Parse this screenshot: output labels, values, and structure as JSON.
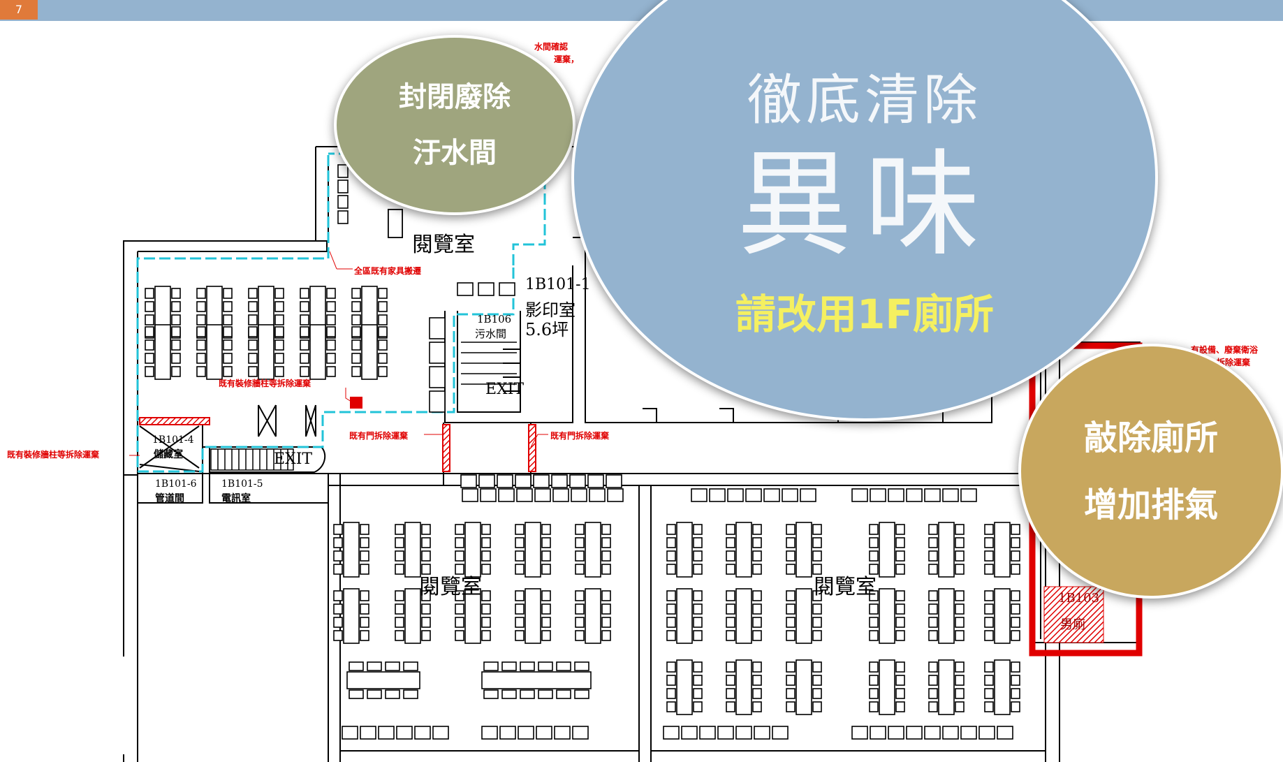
{
  "header": {
    "page_badge": "7"
  },
  "plan": {
    "labels": {
      "reading_room_top": "閱覽室",
      "reading_room_left": "閱覽室",
      "reading_room_right": "閱覽室",
      "room_1b101_1_code": "1B101-1",
      "room_1b101_1_name": "影印室",
      "room_1b101_1_area": "5.6坪",
      "room_1b106_code": "1B106",
      "room_1b106_name": "污水間",
      "room_1b101_4_code": "1B101-4",
      "room_1b101_4_name": "儲藏室",
      "room_1b101_5_code": "1B101-5",
      "room_1b101_5_name": "電訊室",
      "room_1b101_6_code": "1B101-6",
      "room_1b101_6_name": "管道間",
      "room_1b103_code": "1B103",
      "room_1b103_name": "男廁",
      "exit_upper": "EXIT",
      "exit_lower": "EXIT"
    },
    "notes": {
      "furniture_move": "全區既有家具搬遷",
      "columns_remove_center": "既有裝修牆柱等拆除運棄",
      "columns_remove_left": "既有裝修牆柱等拆除運棄",
      "door_remove_left": "既有門拆除運棄",
      "door_remove_right": "既有門拆除運棄",
      "sewage_confirm_1": "水間確認",
      "sewage_confirm_2": "運棄，",
      "toilet_remove_1": "有設備、廢棄衛浴",
      "toilet_remove_2": "拆除運棄"
    }
  },
  "callouts": {
    "close_sewage": {
      "line1": "封閉廢除",
      "line2": "汙水間"
    },
    "odor": {
      "line1": "徹底清除",
      "line2": "異味",
      "line3": "請改用1F廁所"
    },
    "toilet": {
      "line1": "敲除廁所",
      "line2": "增加排氣"
    }
  },
  "colors": {
    "header_bar": "#94b3cf",
    "olive_bubble": "#9fa57e",
    "blue_bubble": "#94b3cf",
    "gold_bubble": "#c8a75e",
    "highlight_text": "#f5f060",
    "cyan_boundary": "#22c3d8",
    "red_markup": "#e00000"
  }
}
